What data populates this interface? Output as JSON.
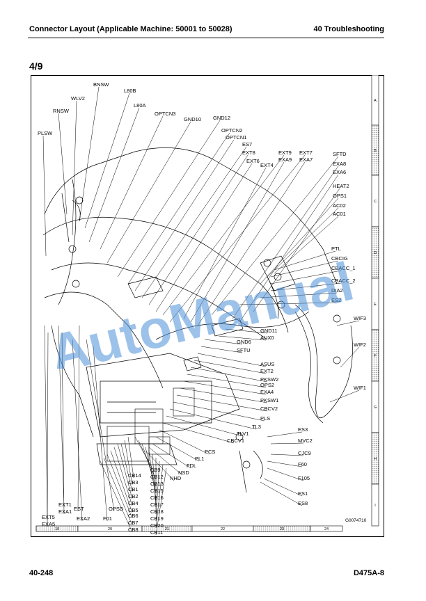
{
  "header": {
    "left": "Connector Layout (Applicable Machine: 50001 to 50028)",
    "right": "40 Troubleshooting"
  },
  "page_num": "4/9",
  "footer": {
    "left": "40-248",
    "right": "D475A-8"
  },
  "figure_code": "G0074710",
  "grid_rows": [
    "A",
    "B",
    "C",
    "D",
    "E",
    "F",
    "G",
    "H",
    "I"
  ],
  "grid_cols": [
    "19",
    "20",
    "21",
    "22",
    "23",
    "24"
  ],
  "watermark": "AutoManual",
  "labels_top": [
    "BNSW",
    "L80B",
    "WLV2",
    "L80A",
    "RNSW",
    "OPTCN3",
    "GND10",
    "GND12",
    "PLSW",
    "OPTCN2",
    "OPTCN1",
    "ES7",
    "EXT8",
    "EXT9",
    "EXT7",
    "SFTD",
    "EXT6",
    "EXT4",
    "EXA9",
    "EXA7",
    "EXA8",
    "EXA6",
    "HEAT2",
    "OPS1",
    "AC02",
    "AC01"
  ],
  "labels_right": [
    "PTL",
    "CBCIG",
    "CBACC_1",
    "CBACC_2",
    "DIA2",
    "ES2",
    "WIF3",
    "GND11",
    "AUX0",
    "GND6",
    "SFTU",
    "WIF2",
    "ASUS",
    "EXT2",
    "PKSW2",
    "OPS2",
    "EXA4",
    "PKSW1",
    "WIF1",
    "CBCV2",
    "PLS",
    "ES3",
    "TL3",
    "TLV1",
    "MVC2",
    "CBCV1",
    "CJC9",
    "PCS",
    "F60",
    "PL1",
    "FDL",
    "NSD",
    "F105",
    "NHD",
    "ES1",
    "ES8"
  ],
  "labels_bottom": [
    "CB9",
    "CB14",
    "CB12",
    "CB3",
    "CB13",
    "CB1",
    "CB15",
    "CB2",
    "CB16",
    "CB4",
    "CB17",
    "CB5",
    "CB18",
    "CB6",
    "CB19",
    "CB7",
    "CB20",
    "CB8",
    "CB11",
    "EXT1",
    "EXA1",
    "EST",
    "OPSD",
    "EXT5",
    "EXA5",
    "EXA2",
    "F01"
  ],
  "colors": {
    "ink": "#000000",
    "watermark": "#4a90d9",
    "hatch": "#9a9a9a"
  }
}
